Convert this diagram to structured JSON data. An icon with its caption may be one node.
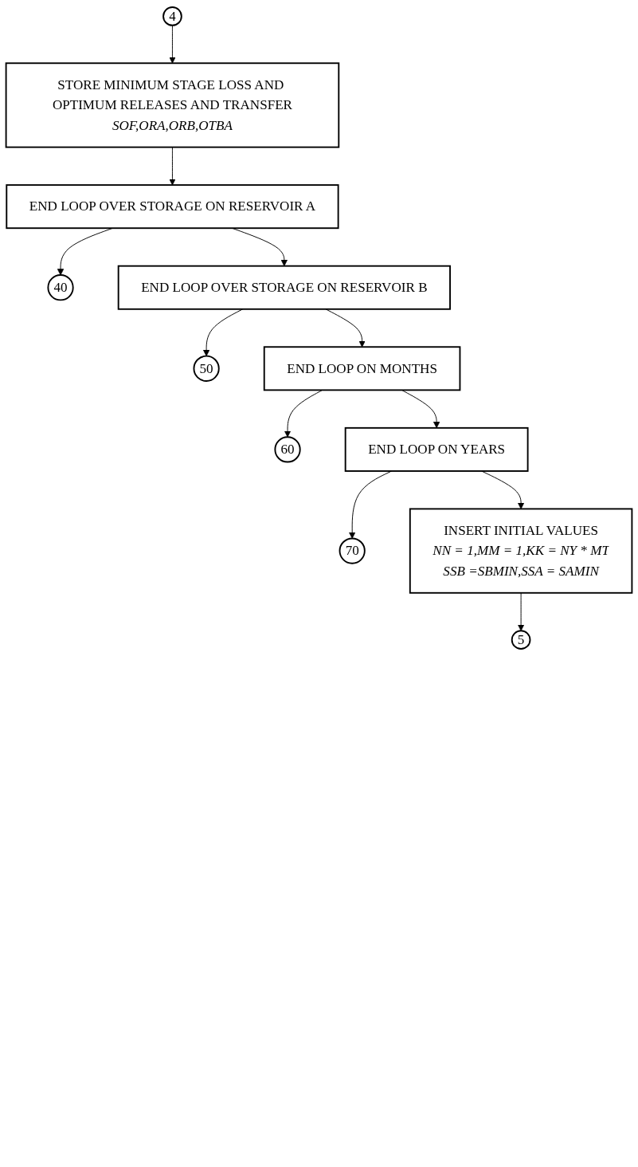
{
  "diagram": {
    "nodes": [
      {
        "text": [
          "4"
        ]
      },
      {
        "text": [
          "STORE MINIMUM STAGE LOSS AND OPTIMUM RELEASES AND TRANSFER",
          "SOF,ORA,ORB,OTBA"
        ]
      },
      {
        "text": [
          "END LOOP OVER STORAGE ON RESERVOIR A"
        ]
      },
      {
        "text": [
          "40"
        ]
      },
      {
        "text": [
          "END LOOP OVER STORAGE ON RESERVOIR B"
        ]
      },
      {
        "text": [
          "50"
        ]
      },
      {
        "text": [
          "END LOOP ON MONTHS"
        ]
      },
      {
        "text": [
          "60"
        ]
      },
      {
        "text": [
          "END LOOP ON YEARS"
        ]
      },
      {
        "text": [
          "70"
        ]
      },
      {
        "text": [
          "INSERT INITIAL VALUES",
          "NN = 1,MM = 1,KK = NY * MT",
          "SSB =SBMIN,SSA = SAMIN"
        ]
      },
      {
        "text": [
          "5"
        ]
      }
    ],
    "edges": [
      {
        "from": 0,
        "to": 1,
        "arrow": "to"
      },
      {
        "from": 1,
        "to": 2,
        "arrow": "to"
      },
      {
        "from": 2,
        "to": 3,
        "arrow": "to"
      },
      {
        "from": 2,
        "to": 4,
        "arrow": "to"
      },
      {
        "from": 4,
        "to": 5,
        "arrow": "to"
      },
      {
        "from": 4,
        "to": 6,
        "arrow": "to"
      },
      {
        "from": 6,
        "to": 7,
        "arrow": "to"
      },
      {
        "from": 6,
        "to": 8,
        "arrow": "to"
      },
      {
        "from": 8,
        "to": 9,
        "arrow": "to"
      },
      {
        "from": 8,
        "to": 10,
        "arrow": "to"
      },
      {
        "from": 10,
        "to": 11,
        "arrow": "to"
      }
    ]
  }
}
